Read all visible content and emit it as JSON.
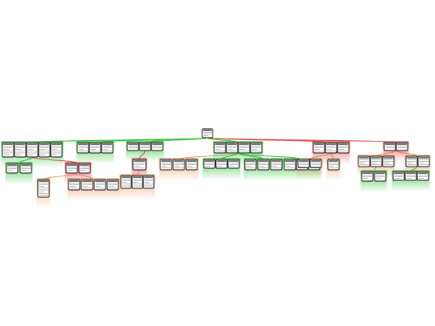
{
  "diagram": {
    "type": "decision-tree",
    "colors": {
      "positive": "#35c23a",
      "negative": "#e2474c",
      "neutral": "#f0a36c",
      "node_fill": "#ffffff",
      "node_border": "#111111",
      "header_fill": "#555555"
    },
    "root": {
      "id": "root"
    },
    "edges": [
      {
        "from": "root",
        "to": "g1",
        "kind": "positive"
      },
      {
        "from": "root",
        "to": "g2",
        "kind": "positive"
      },
      {
        "from": "root",
        "to": "g3",
        "kind": "positive"
      },
      {
        "from": "root",
        "to": "g4",
        "kind": "positive"
      },
      {
        "from": "root",
        "to": "g5",
        "kind": "negative"
      },
      {
        "from": "root",
        "to": "g6",
        "kind": "negative"
      },
      {
        "from": "g1",
        "to": "g1a",
        "kind": "positive"
      },
      {
        "from": "g1",
        "to": "g1b",
        "kind": "negative"
      },
      {
        "from": "g1b",
        "to": "g1c",
        "kind": "neutral"
      },
      {
        "from": "g1b",
        "to": "g1d",
        "kind": "neutral"
      },
      {
        "from": "g3",
        "to": "g3a",
        "kind": "negative"
      },
      {
        "from": "g3a",
        "to": "g3b",
        "kind": "neutral"
      },
      {
        "from": "g4",
        "to": "g4a",
        "kind": "neutral"
      },
      {
        "from": "g4",
        "to": "g4b",
        "kind": "positive"
      },
      {
        "from": "g4",
        "to": "g4c",
        "kind": "positive"
      },
      {
        "from": "g4",
        "to": "g4d",
        "kind": "positive"
      },
      {
        "from": "g5",
        "to": "g5a",
        "kind": "neutral"
      },
      {
        "from": "g5",
        "to": "g5b",
        "kind": "neutral"
      },
      {
        "from": "g6",
        "to": "g6a",
        "kind": "neutral"
      },
      {
        "from": "g6",
        "to": "g6b",
        "kind": "neutral"
      },
      {
        "from": "g6a",
        "to": "g6c",
        "kind": "positive"
      },
      {
        "from": "g6b",
        "to": "g6d",
        "kind": "positive"
      }
    ],
    "groups": [
      {
        "id": "g1",
        "kind": "positive",
        "nodes": 5
      },
      {
        "id": "g2",
        "kind": "positive",
        "nodes": 3
      },
      {
        "id": "g3",
        "kind": "positive",
        "nodes": 3
      },
      {
        "id": "g4",
        "kind": "positive",
        "nodes": 4
      },
      {
        "id": "g5",
        "kind": "negative",
        "nodes": 3
      },
      {
        "id": "g6",
        "kind": "negative",
        "nodes": 2
      },
      {
        "id": "g1a",
        "kind": "positive",
        "nodes": 2
      },
      {
        "id": "g1b",
        "kind": "negative",
        "nodes": 2
      },
      {
        "id": "g1c",
        "kind": "neutral",
        "nodes": 1
      },
      {
        "id": "g1d",
        "kind": "neutral",
        "nodes": 4
      },
      {
        "id": "g3a",
        "kind": "negative",
        "nodes": 1
      },
      {
        "id": "g3b",
        "kind": "neutral",
        "nodes": 3
      },
      {
        "id": "g4a",
        "kind": "neutral",
        "nodes": 3
      },
      {
        "id": "g4b",
        "kind": "positive",
        "nodes": 3
      },
      {
        "id": "g4c",
        "kind": "positive",
        "nodes": 3
      },
      {
        "id": "g4d",
        "kind": "positive",
        "nodes": 3
      },
      {
        "id": "g5a",
        "kind": "neutral",
        "nodes": 2
      },
      {
        "id": "g5b",
        "kind": "neutral",
        "nodes": 1
      },
      {
        "id": "g6a",
        "kind": "neutral",
        "nodes": 3
      },
      {
        "id": "g6b",
        "kind": "neutral",
        "nodes": 2
      },
      {
        "id": "g6c",
        "kind": "positive",
        "nodes": 2
      },
      {
        "id": "g6d",
        "kind": "positive",
        "nodes": 3
      }
    ]
  }
}
